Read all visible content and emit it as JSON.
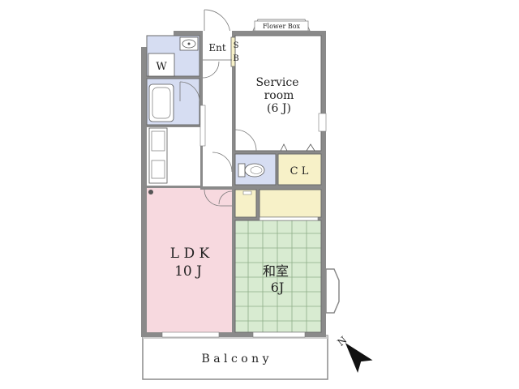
{
  "colors": {
    "wall": "#8a8a8a",
    "wall_dark": "#6f6f6f",
    "ldk_floor": "#f7d9df",
    "tatami_floor": "#d8ebd1",
    "wet_floor": "#d6ddf2",
    "storage_floor": "#f7f1c8",
    "white_floor": "#ffffff",
    "outline": "#6a6a6a"
  },
  "rooms": {
    "entrance": "Ent",
    "shoe_box": "S B",
    "washer": "W",
    "service_room": {
      "line1": "Service",
      "line2": "room",
      "line3": "(6 J)"
    },
    "closet": "C L",
    "ldk": {
      "line1": "L D K",
      "line2": "10 J"
    },
    "washitsu": {
      "line1": "和室",
      "line2": "6J"
    },
    "balcony": "B a l c o n y",
    "flower_box": "Flower Box"
  },
  "compass": {
    "label": "N"
  }
}
